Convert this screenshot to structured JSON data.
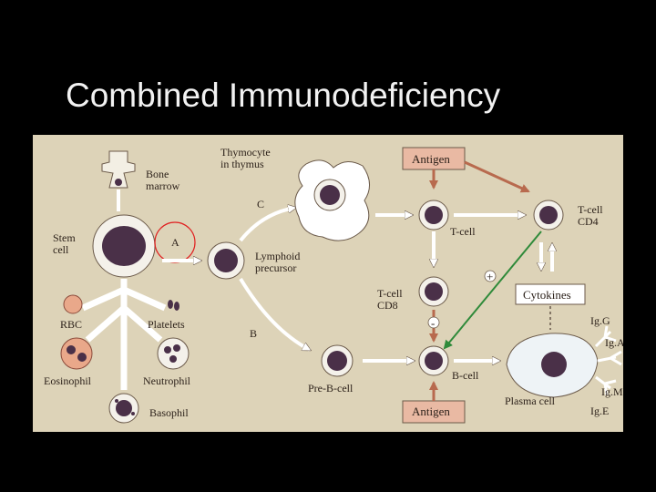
{
  "slide": {
    "title": "Combined Immunodeficiency"
  },
  "diagram": {
    "labels": {
      "bone_marrow": [
        "Bone",
        "marrow"
      ],
      "stem_cell": [
        "Stem",
        "cell"
      ],
      "thymocyte": [
        "Thymocyte",
        "in thymus"
      ],
      "path_c": "C",
      "path_a": "A",
      "path_b": "B",
      "lymphoid_precursor": [
        "Lymphoid",
        "precursor"
      ],
      "rbc": "RBC",
      "platelets": "Platelets",
      "eosinophil": "Eosinophil",
      "neutrophil": "Neutrophil",
      "basophil": "Basophil",
      "antigen_top": "Antigen",
      "antigen_bottom": "Antigen",
      "t_cell": "T-cell",
      "t_cell_cd4": [
        "T-cell",
        "CD4"
      ],
      "t_cell_cd8": [
        "T-cell",
        "CD8"
      ],
      "cytokines": "Cytokines",
      "pre_b_cell": "Pre-B-cell",
      "b_cell": "B-cell",
      "plasma_cell": "Plasma cell",
      "plus_sign": "+",
      "minus_sign": "-",
      "igg": "Ig.G",
      "iga": "Ig.A",
      "igm": "Ig.M",
      "ige": "Ig.E"
    }
  },
  "colors": {
    "background": "#000000",
    "diagram_bg": "#ddd3b8",
    "cell_nucleus": "#4a3048",
    "antigen_box": "#e9b9a3",
    "arrow_red": "#b86a4e",
    "arrow_green": "#2f8a3a",
    "highlight_circle": "#e02020"
  }
}
